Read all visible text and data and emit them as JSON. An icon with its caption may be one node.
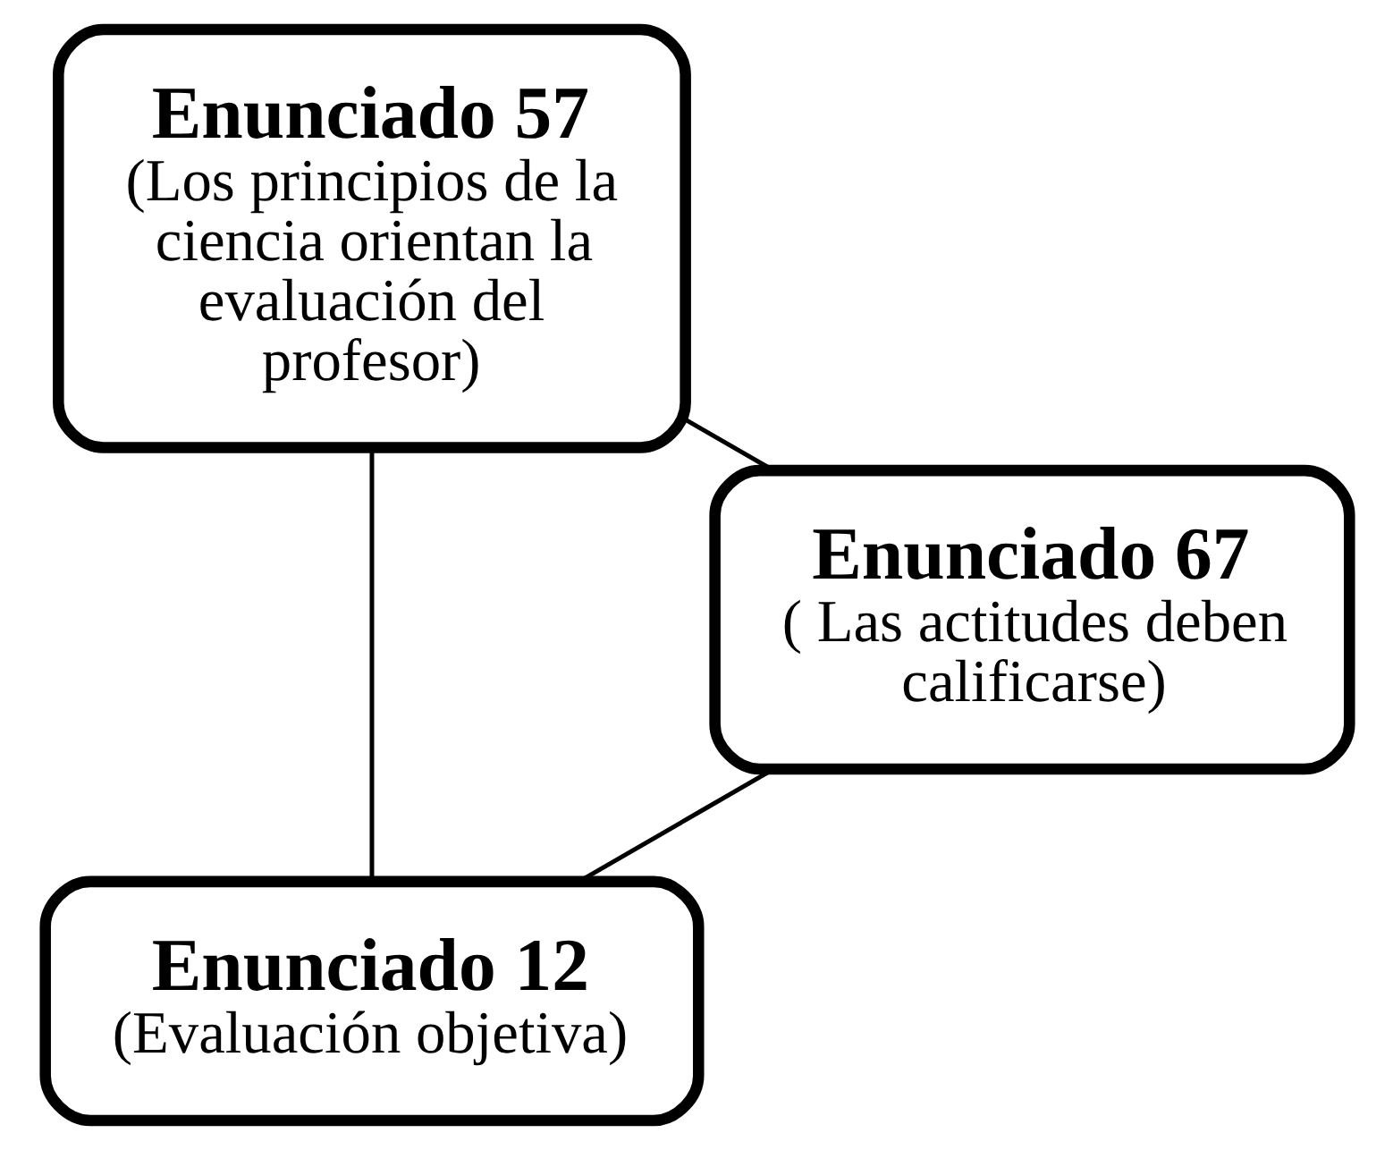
{
  "diagram": {
    "nodes": [
      {
        "text": [
          "Enunciado 12",
          "(Evaluación objetiva)"
        ]
      },
      {
        "text": [
          "Enunciado 67",
          "( Las actitudes deben calificarse)"
        ]
      },
      {
        "text": [
          "Enunciado 57",
          "(Los principios de la ciencia orientan la evaluación del profesor)"
        ]
      }
    ],
    "edges": [
      {
        "from": 0,
        "to": 2,
        "arrow": "none"
      },
      {
        "from": 2,
        "to": 1,
        "arrow": "none"
      },
      {
        "from": 1,
        "to": 0,
        "arrow": "none"
      }
    ]
  }
}
